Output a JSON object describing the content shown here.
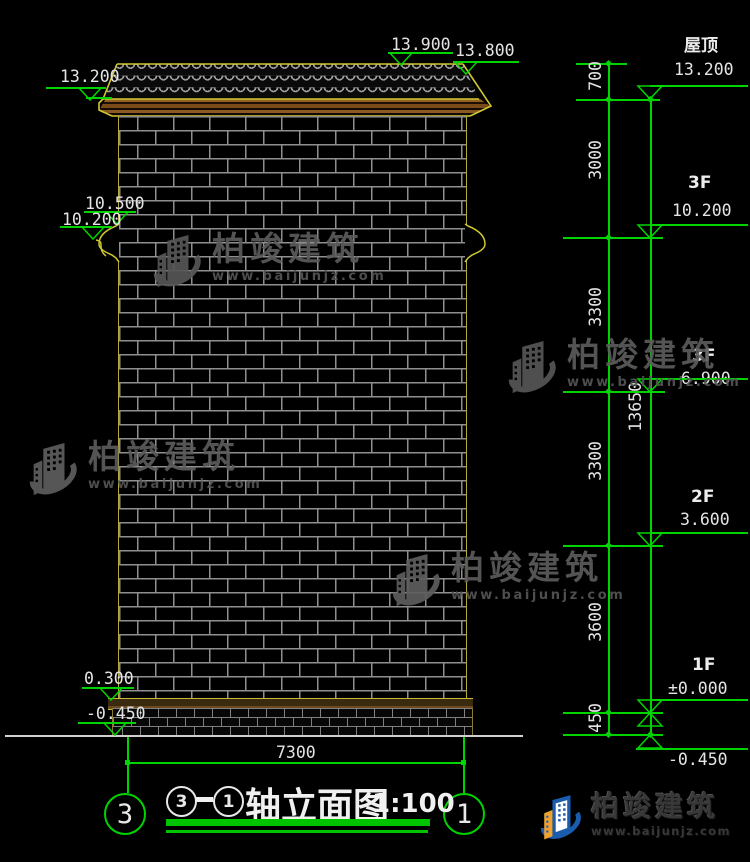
{
  "colors": {
    "cad_green": "#00d400",
    "cad_yellow": "#cfc832",
    "cad_white": "#e4e4e4",
    "cornice_brown": "#7a4a18",
    "watermark_gray": "#5c5c5c",
    "logo_blue": "#1a5cad",
    "logo_orange": "#f0a22e"
  },
  "left_annotations": {
    "eave": "13.200",
    "ridge": "13.900",
    "roof_tip": "13.800",
    "corbel_top": "10.500",
    "corbel_bottom": "10.200",
    "sill": "0.300",
    "ground": "-0.450"
  },
  "right_levels": [
    {
      "label": "屋顶",
      "value": "13.200"
    },
    {
      "label": "3F",
      "value": "10.200"
    },
    {
      "label": "3F",
      "value": "6.900"
    },
    {
      "label": "2F",
      "value": "3.600"
    },
    {
      "label": "1F",
      "value": "±0.000"
    },
    {
      "label": "",
      "value": "-0.450"
    }
  ],
  "dim_chain": {
    "segments": [
      "700",
      "3000",
      "3300",
      "3300",
      "3600",
      "450"
    ],
    "overall": "13650"
  },
  "bottom_dim": {
    "width": "7300"
  },
  "axis_bubbles": {
    "left": "3",
    "right": "1"
  },
  "drawing_title": {
    "from_axis": "3",
    "dash": "-",
    "to_axis": "1",
    "name": "轴立面图",
    "scale": "1:100"
  },
  "watermark": {
    "brand": "柏竣建筑",
    "url": "www.baijunjz.com"
  },
  "logo": {
    "brand": "柏竣建筑",
    "url": "www.baijunjz.com"
  }
}
